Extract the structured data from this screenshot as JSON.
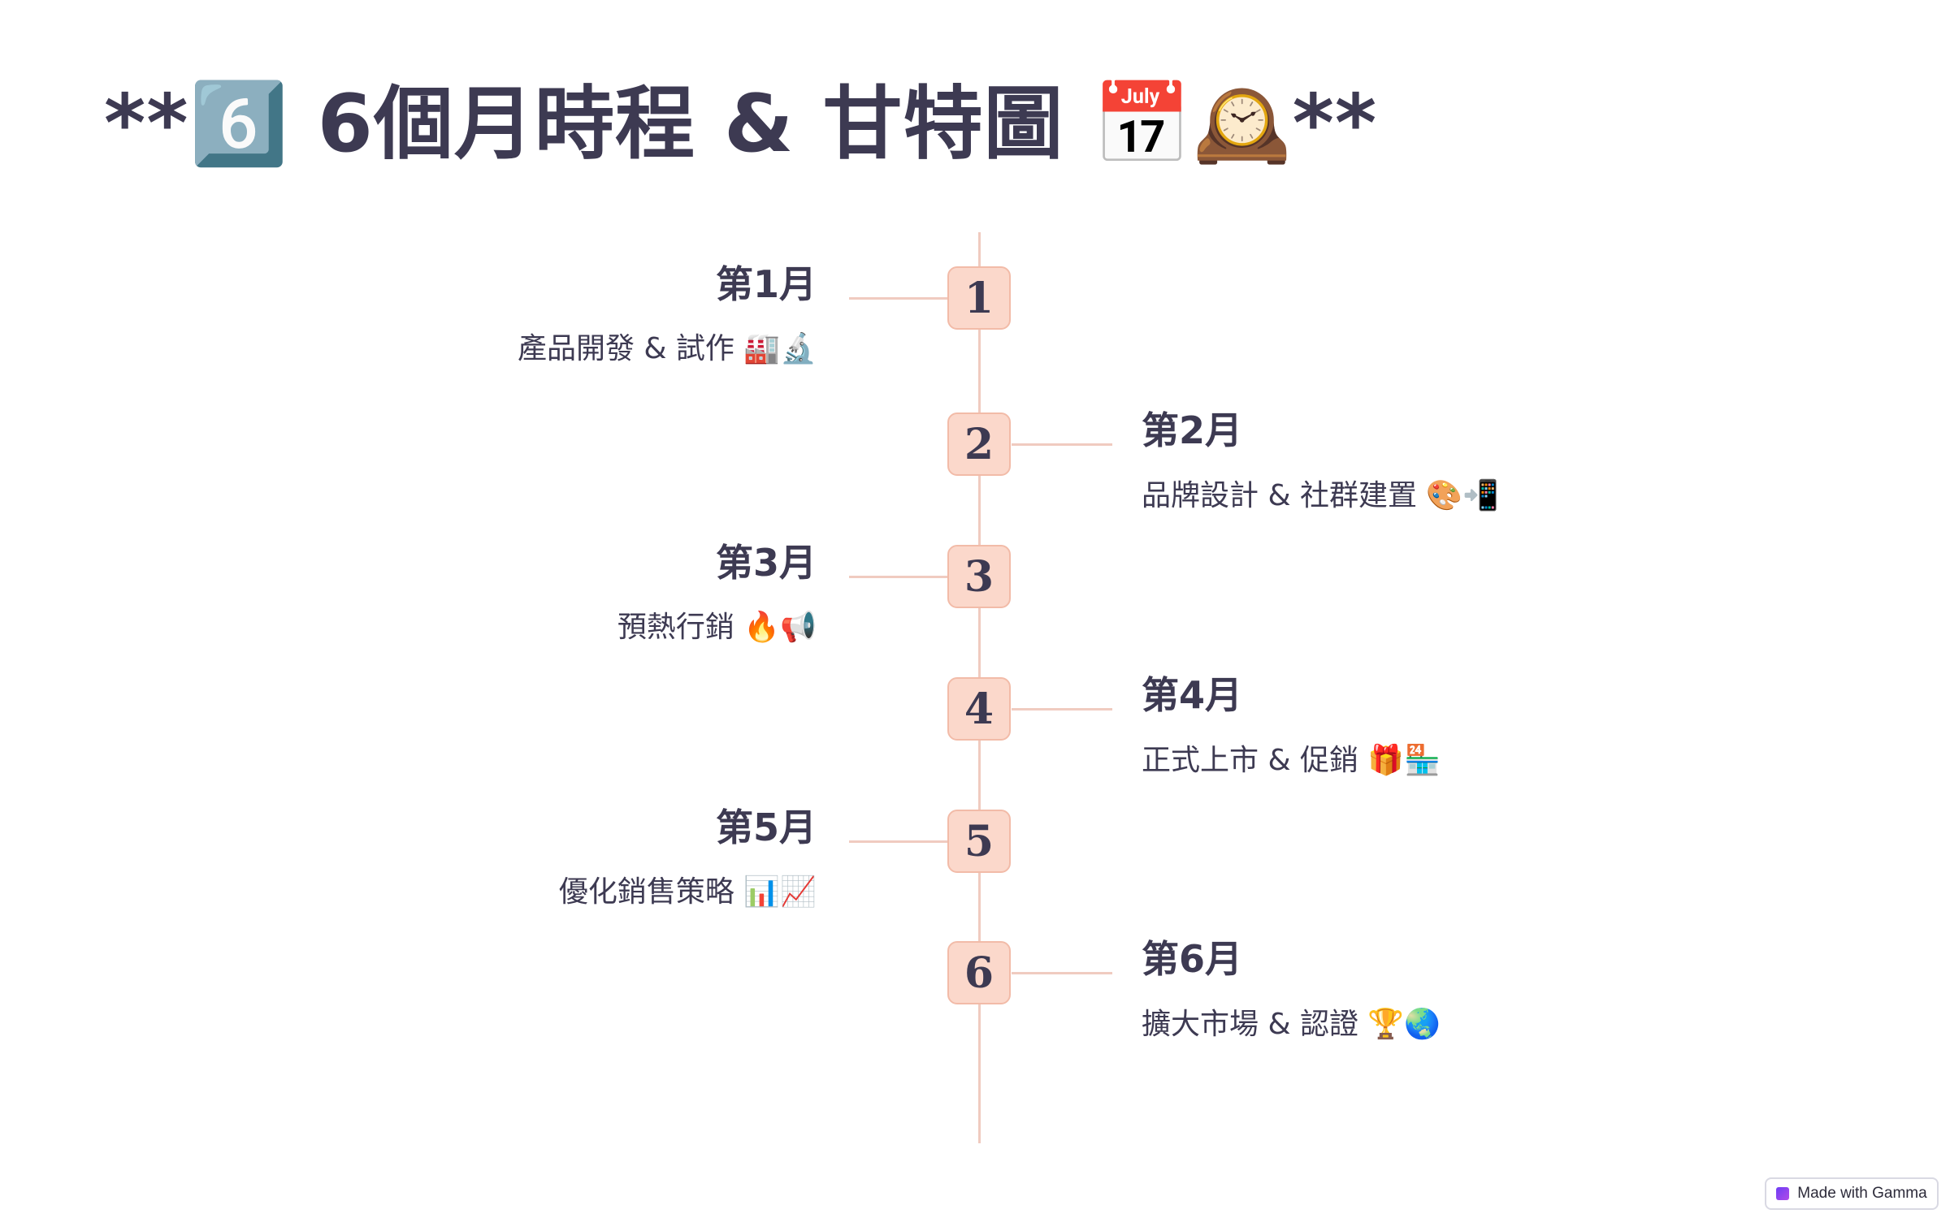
{
  "title": "**6️⃣ 6個月時程 & 甘特圖 📅🕰️**",
  "timeline": [
    {
      "number": "1",
      "month": "第1月",
      "desc": "產品開發 & 試作 🏭🔬",
      "side": "left"
    },
    {
      "number": "2",
      "month": "第2月",
      "desc": "品牌設計 & 社群建置 🎨📲",
      "side": "right"
    },
    {
      "number": "3",
      "month": "第3月",
      "desc": "預熱行銷 🔥📢",
      "side": "left"
    },
    {
      "number": "4",
      "month": "第4月",
      "desc": "正式上市 & 促銷 🎁🏪",
      "side": "right"
    },
    {
      "number": "5",
      "month": "第5月",
      "desc": "優化銷售策略 📊📈",
      "side": "left"
    },
    {
      "number": "6",
      "month": "第6月",
      "desc": "擴大市場 & 認證 🏆🌏",
      "side": "right"
    }
  ],
  "badge": {
    "label": "Made with Gamma"
  },
  "colors": {
    "box_fill": "#fbd8cb",
    "line": "#f0cbc0",
    "text": "#3d3a52"
  }
}
